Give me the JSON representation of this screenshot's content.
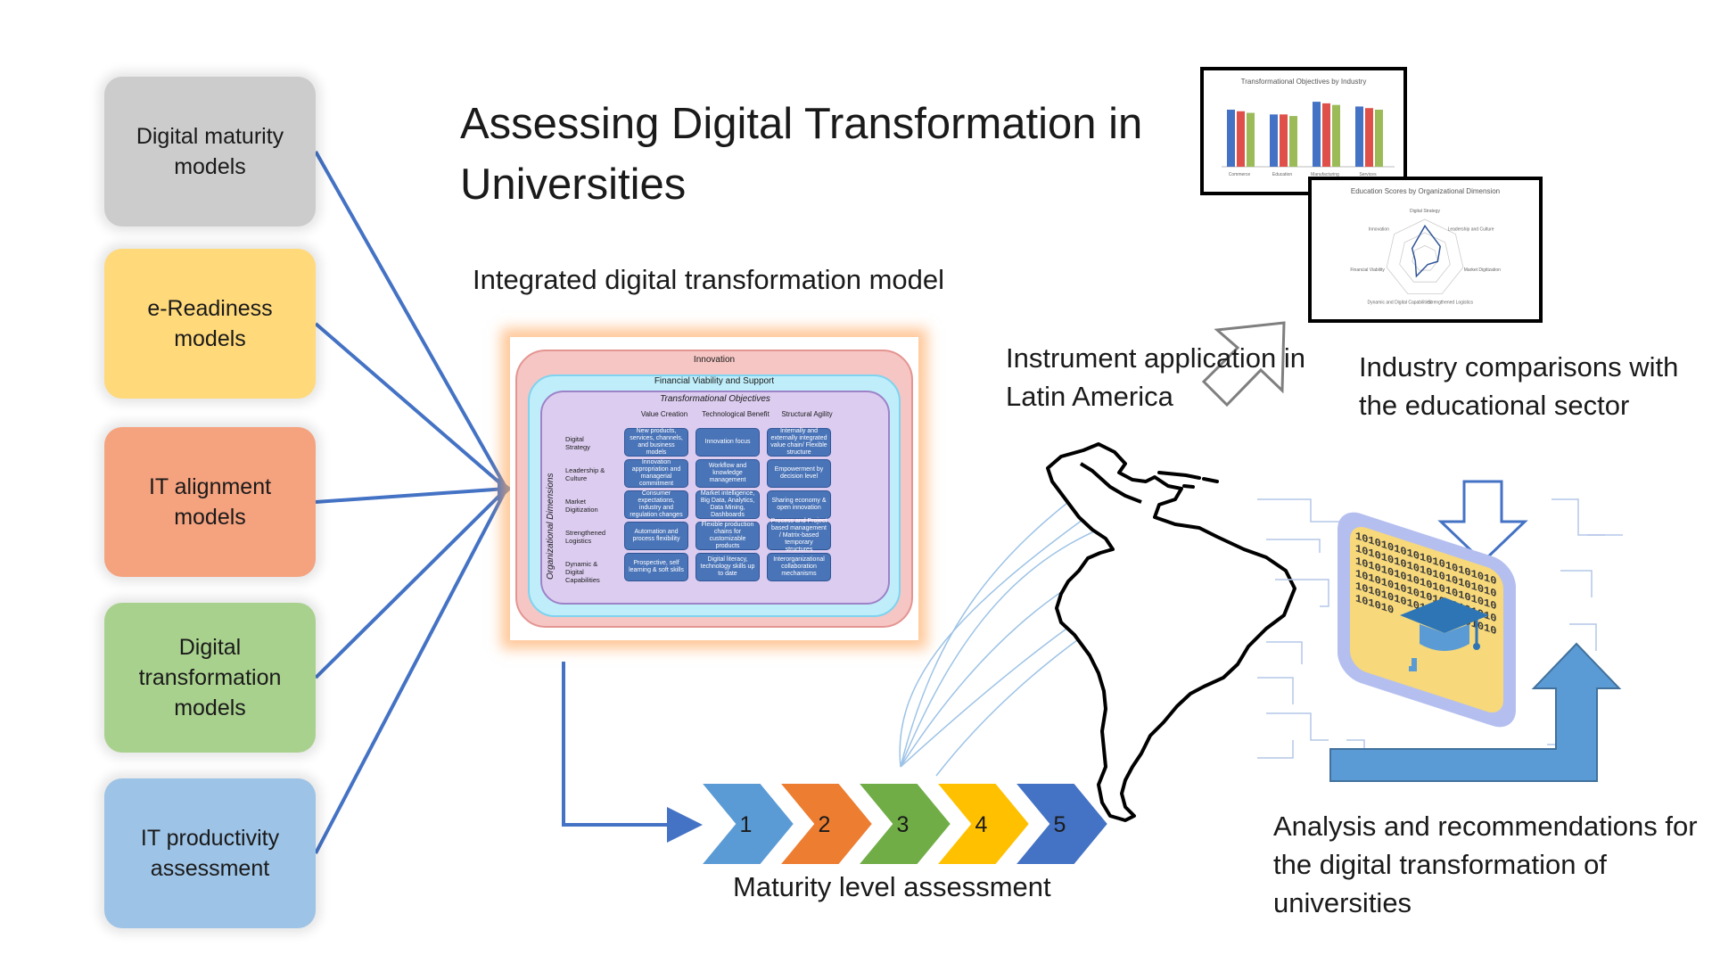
{
  "title": "Assessing Digital Transformation in Universities",
  "subtitle": "Integrated digital transformation model",
  "model_boxes": [
    {
      "label": "Digital maturity models",
      "color": "#cccccc"
    },
    {
      "label": "e-Readiness models",
      "color": "#ffd97a"
    },
    {
      "label": "IT alignment models",
      "color": "#f5a27f"
    },
    {
      "label": "Digital transformation models",
      "color": "#a9d18e"
    },
    {
      "label": "IT productivity assessment",
      "color": "#9dc3e6"
    }
  ],
  "integrated_model": {
    "outer_label": "Innovation",
    "mid_label": "Financial Viability and Support",
    "inner_label": "Transformational Objectives",
    "side_label": "Organizational Dimensions",
    "columns": [
      "Value Creation",
      "Technological Benefit",
      "Structural Agility"
    ],
    "rows": [
      {
        "label": "Digital Strategy",
        "cells": [
          "New products, services, channels, and business models",
          "Innovation focus",
          "Internally and externally integrated value chain/ Flexible structure"
        ]
      },
      {
        "label": "Leadership & Culture",
        "cells": [
          "Innovation appropriation and managerial commitment",
          "Workflow and knowledge management",
          "Empowerment by decision level"
        ]
      },
      {
        "label": "Market Digitization",
        "cells": [
          "Consumer expectations, industry and regulation changes",
          "Market intelligence, Big Data, Analytics, Data Mining, Dashboards",
          "Sharing economy & open innovation"
        ]
      },
      {
        "label": "Strengthened Logistics",
        "cells": [
          "Automation and process flexibility",
          "Flexible production chains for customizable products",
          "Process and Project based management / Matrix-based temporary structures"
        ]
      },
      {
        "label": "Dynamic & Digital Capabilities",
        "cells": [
          "Prospective, self learning & soft skills",
          "Digital literacy, technology skills up to date",
          "Interorganizational collaboration mechanisms"
        ]
      }
    ]
  },
  "maturity": {
    "label": "Maturity level assessment",
    "levels": [
      {
        "num": "1",
        "color": "#5b9bd5"
      },
      {
        "num": "2",
        "color": "#ed7d31"
      },
      {
        "num": "3",
        "color": "#70ad47"
      },
      {
        "num": "4",
        "color": "#ffc000"
      },
      {
        "num": "5",
        "color": "#4472c4"
      }
    ]
  },
  "instrument_label": "Instrument application in Latin America",
  "industry_label": "Industry comparisons with the educational sector",
  "analysis_label": "Analysis and recommendations for the digital transformation of universities",
  "bar_chart_thumb": {
    "title": "Transformational Objectives by Industry",
    "categories": [
      "Commerce",
      "Education",
      "Manufacturing",
      "Services"
    ],
    "series_colors": [
      "#4472c4",
      "#e0504a",
      "#9bbb59"
    ],
    "values": [
      [
        3.6,
        3.5,
        3.4
      ],
      [
        3.3,
        3.3,
        3.2
      ],
      [
        4.1,
        4.0,
        3.9
      ],
      [
        3.8,
        3.7,
        3.6
      ]
    ]
  },
  "radar_thumb": {
    "title": "Education Scores by Organizational Dimension",
    "axes": [
      "Digital Strategy",
      "Leadership and Culture",
      "Market Digitization",
      "Strengthened Logistics",
      "Dynamic and Digital Capabilities",
      "Financial Viability",
      "Innovation"
    ],
    "values": [
      3.2,
      3.0,
      2.9,
      2.8,
      3.0,
      2.85,
      2.95
    ]
  },
  "binary_text": "10101010101010101010101010101010101010101010101010101010101010101010101010101010101010101010101010101010101010101010"
}
